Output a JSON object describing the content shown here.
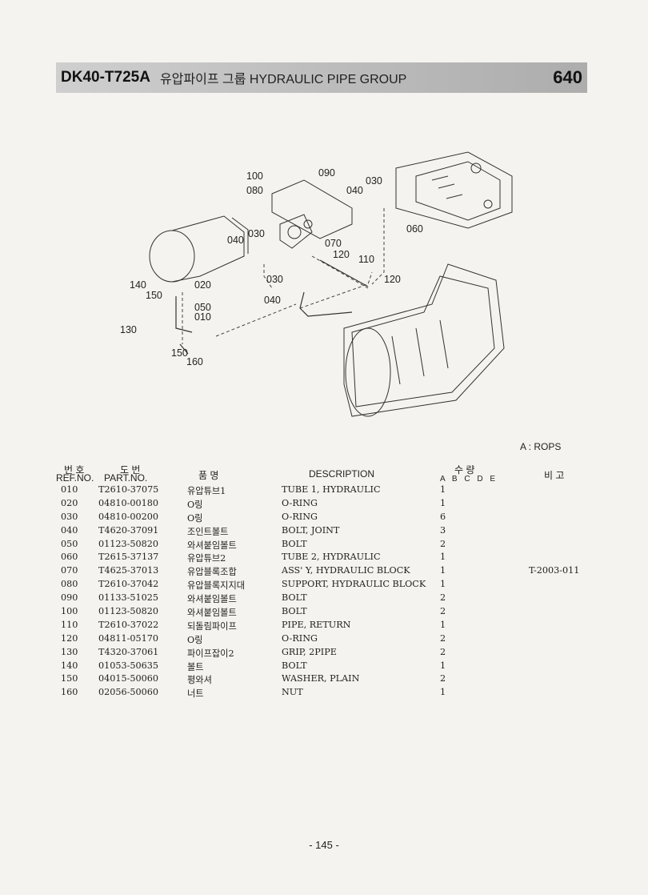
{
  "header": {
    "model": "DK40-T725A",
    "title": "유압파이프 그룹 HYDRAULIC PIPE GROUP",
    "group_no": "640"
  },
  "diagram_labels": [
    "100",
    "090",
    "080",
    "030",
    "040",
    "060",
    "040",
    "030",
    "070",
    "120",
    "110",
    "020",
    "140",
    "150",
    "030",
    "120",
    "050",
    "010",
    "040",
    "130",
    "150",
    "160"
  ],
  "note": "A : ROPS",
  "table_headers": {
    "ref_kr": "번 호",
    "ref_en": "REF.NO.",
    "part_kr": "도 번",
    "part_en": "PART.NO.",
    "name_kr": "품 명",
    "description": "DESCRIPTION",
    "qty_kr": "수 량",
    "qty_cols": "A B C D E",
    "remarks_kr": "비 고"
  },
  "rows": [
    {
      "ref": "010",
      "part": "T2610-37075",
      "kr": "유압튜브1",
      "desc": "TUBE 1, HYDRAULIC",
      "qty": "1",
      "remark": ""
    },
    {
      "ref": "020",
      "part": "04810-00180",
      "kr": "O링",
      "desc": "O-RING",
      "qty": "1",
      "remark": ""
    },
    {
      "ref": "030",
      "part": "04810-00200",
      "kr": "O링",
      "desc": "O-RING",
      "qty": "6",
      "remark": ""
    },
    {
      "ref": "040",
      "part": "T4620-37091",
      "kr": "조인트볼트",
      "desc": "BOLT, JOINT",
      "qty": "3",
      "remark": ""
    },
    {
      "ref": "050",
      "part": "01123-50820",
      "kr": "와셔붙임볼트",
      "desc": "BOLT",
      "qty": "2",
      "remark": ""
    },
    {
      "ref": "060",
      "part": "T2615-37137",
      "kr": "유압튜브2",
      "desc": "TUBE 2, HYDRAULIC",
      "qty": "1",
      "remark": ""
    },
    {
      "ref": "070",
      "part": "T4625-37013",
      "kr": "유압블록조합",
      "desc": "ASS' Y, HYDRAULIC BLOCK",
      "qty": "1",
      "remark": "T-2003-011"
    },
    {
      "ref": "080",
      "part": "T2610-37042",
      "kr": "유압블록지지대",
      "desc": "SUPPORT, HYDRAULIC BLOCK",
      "qty": "1",
      "remark": ""
    },
    {
      "ref": "090",
      "part": "01133-51025",
      "kr": "와셔붙임볼트",
      "desc": "BOLT",
      "qty": "2",
      "remark": ""
    },
    {
      "ref": "100",
      "part": "01123-50820",
      "kr": "와셔붙임볼트",
      "desc": "BOLT",
      "qty": "2",
      "remark": ""
    },
    {
      "ref": "110",
      "part": "T2610-37022",
      "kr": "되돌림파이프",
      "desc": "PIPE, RETURN",
      "qty": "1",
      "remark": ""
    },
    {
      "ref": "120",
      "part": "04811-05170",
      "kr": "O링",
      "desc": "O-RING",
      "qty": "2",
      "remark": ""
    },
    {
      "ref": "130",
      "part": "T4320-37061",
      "kr": "파이프잡이2",
      "desc": "GRIP, 2PIPE",
      "qty": "2",
      "remark": ""
    },
    {
      "ref": "140",
      "part": "01053-50635",
      "kr": "볼트",
      "desc": "BOLT",
      "qty": "1",
      "remark": ""
    },
    {
      "ref": "150",
      "part": "04015-50060",
      "kr": "평와셔",
      "desc": "WASHER, PLAIN",
      "qty": "2",
      "remark": ""
    },
    {
      "ref": "160",
      "part": "02056-50060",
      "kr": "너트",
      "desc": "NUT",
      "qty": "1",
      "remark": ""
    }
  ],
  "footer": {
    "page": "- 145 -"
  }
}
